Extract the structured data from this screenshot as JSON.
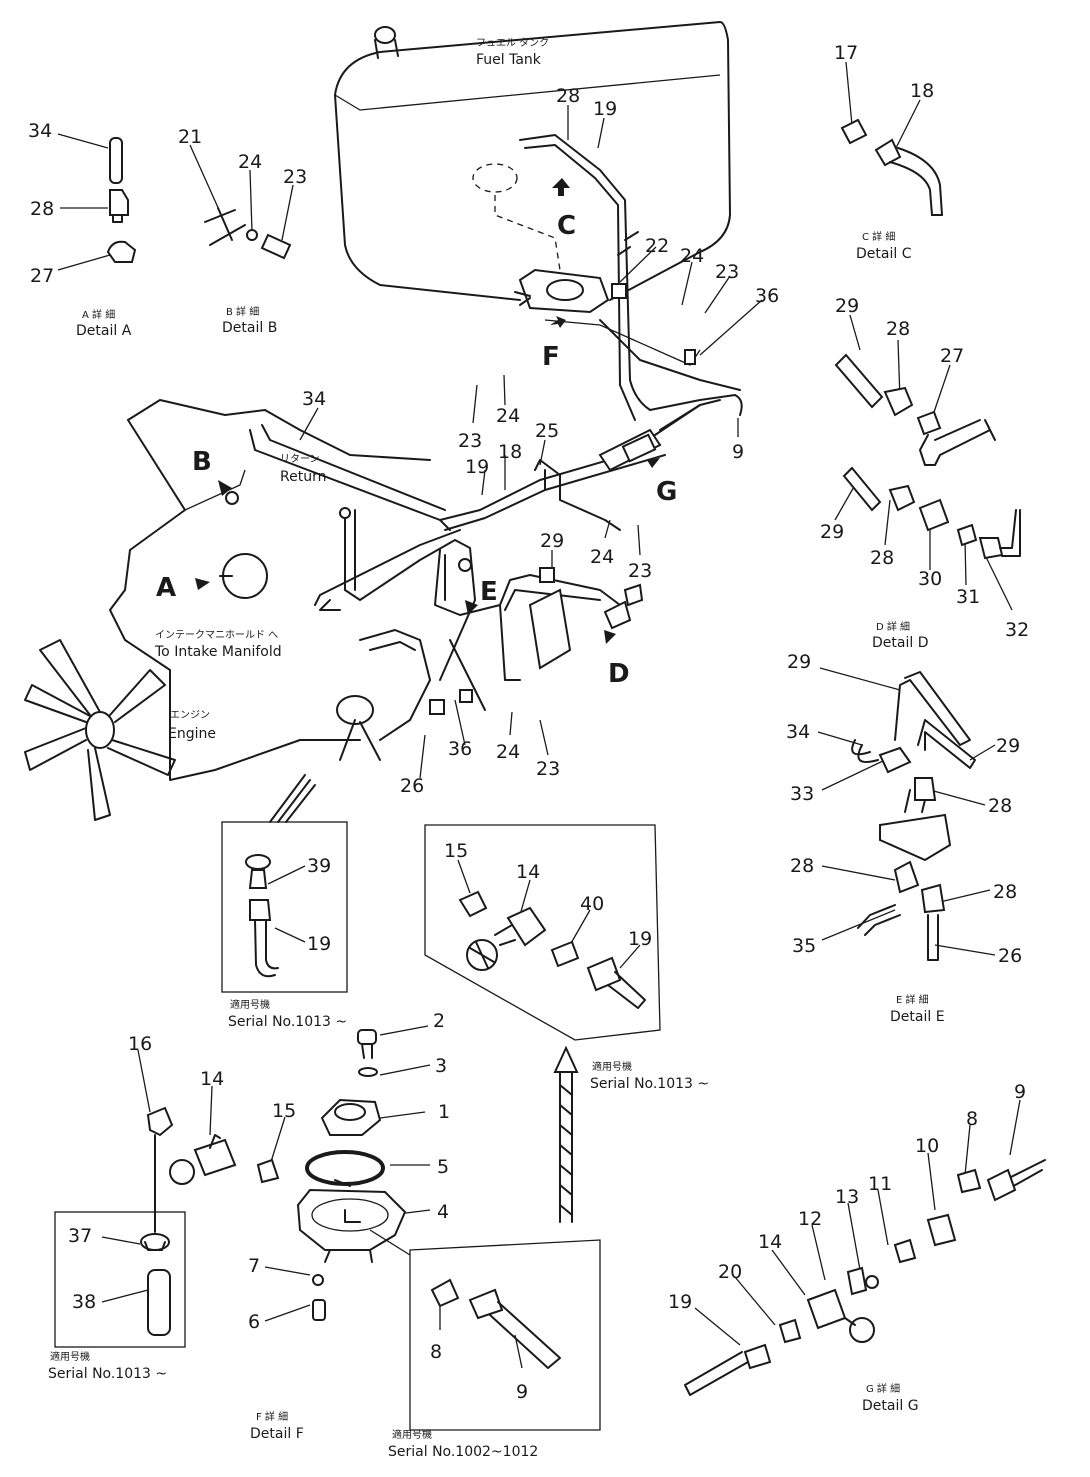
{
  "labels": {
    "fuel_tank_jp": "フュエル タンク",
    "fuel_tank": "Fuel  Tank",
    "return_jp": "リターン",
    "return": "Return",
    "intake_jp": "インテークマニホールド へ",
    "intake": "To Intake Manifold",
    "engine_jp": "エンジン",
    "engine": "Engine"
  },
  "details": {
    "a_jp": "A 詳 細",
    "a": "Detail  A",
    "b_jp": "B 詳 細",
    "b": "Detail  B",
    "c_jp": "C 詳 細",
    "c": "Detail  C",
    "d_jp": "D 詳 細",
    "d": "Detail  D",
    "e_jp": "E 詳 細",
    "e": "Detail  E",
    "f_jp": "F 詳 細",
    "f": "Detail  F",
    "g_jp": "G 詳 細",
    "g": "Detail  G"
  },
  "serials": {
    "s1_jp": "適用号機",
    "s1": "Serial  No.1013 ~",
    "s2_jp": "適用号機",
    "s2": "Serial  No.1013 ~",
    "s3_jp": "適用号機",
    "s3": "Serial  No.1013 ~",
    "s4_jp": "適用号機",
    "s4": "Serial  No.1002~1012"
  },
  "view_letters": {
    "a": "A",
    "b": "B",
    "c": "C",
    "d": "D",
    "e": "E",
    "f": "F",
    "g": "G"
  },
  "callouts": {
    "a34": "34",
    "a28": "28",
    "a27": "27",
    "b21": "21",
    "b24": "24",
    "b23": "23",
    "t28": "28",
    "t19": "19",
    "t22": "22",
    "t24a": "24",
    "t23a": "23",
    "t36": "36",
    "t9": "9",
    "m23": "23",
    "m24": "24",
    "m34": "34",
    "m25": "25",
    "m18": "18",
    "m19": "19",
    "m29": "29",
    "m24b": "24",
    "m23b": "23",
    "m24c": "24",
    "m23c": "23",
    "m26": "26",
    "m36": "36",
    "c17": "17",
    "c18": "18",
    "d29a": "29",
    "d28a": "28",
    "d27": "27",
    "d29b": "29",
    "d28b": "28",
    "d30": "30",
    "d31": "31",
    "d32": "32",
    "e29a": "29",
    "e34": "34",
    "e29b": "29",
    "e33": "33",
    "e28a": "28",
    "e28b": "28",
    "e28c": "28",
    "e35": "35",
    "e26": "26",
    "s39": "39",
    "s19": "19",
    "u15": "15",
    "u14": "14",
    "u40": "40",
    "u19": "19",
    "f16": "16",
    "f14": "14",
    "f15": "15",
    "f2": "2",
    "f3": "3",
    "f1": "1",
    "f5": "5",
    "f4": "4",
    "f7": "7",
    "f6": "6",
    "v37": "37",
    "v38": "38",
    "w8": "8",
    "w9": "9",
    "g9": "9",
    "g8": "8",
    "g10": "10",
    "g11": "11",
    "g13": "13",
    "g12": "12",
    "g14": "14",
    "g20": "20",
    "g19": "19"
  }
}
